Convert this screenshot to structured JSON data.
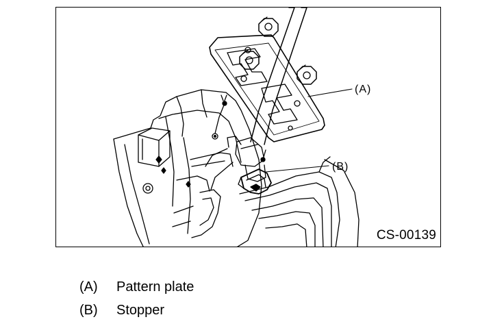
{
  "figure": {
    "code": "CS-00139",
    "callouts": [
      {
        "label": "(A)"
      },
      {
        "label": "(B)"
      }
    ]
  },
  "legend": [
    {
      "key": "(A)",
      "text": "Pattern plate"
    },
    {
      "key": "(B)",
      "text": "Stopper"
    }
  ],
  "colors": {
    "ink": "#000000",
    "paper": "#ffffff"
  }
}
